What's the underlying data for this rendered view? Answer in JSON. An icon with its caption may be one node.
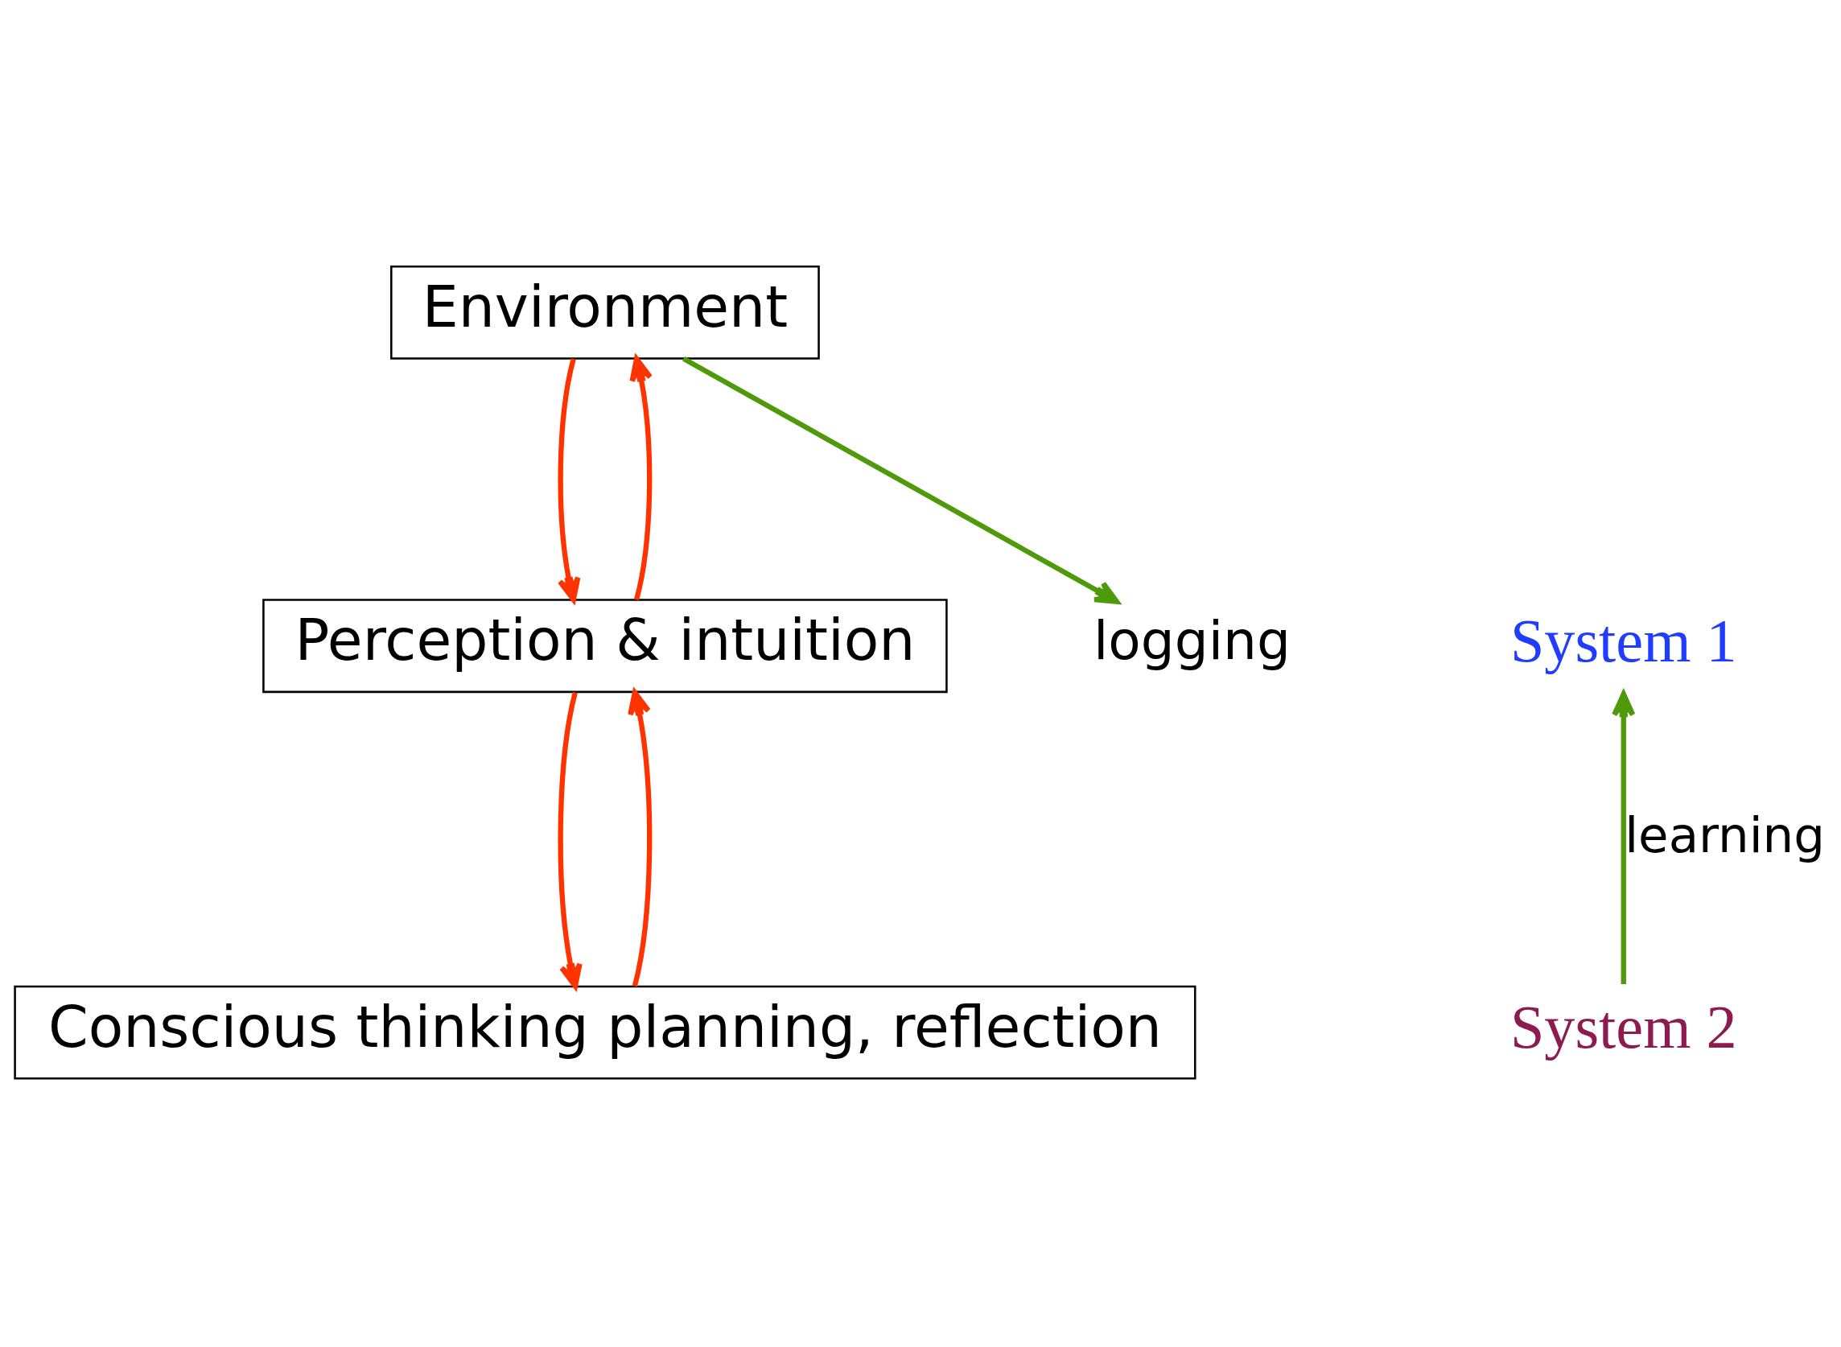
{
  "diagram": {
    "nodes": [
      {
        "text": [
          "Environment"
        ]
      },
      {
        "text": [
          "Perception & intuition"
        ]
      },
      {
        "text": [
          "Conscious thinking planning, reflection"
        ]
      },
      {
        "text": [
          "logging"
        ]
      },
      {
        "text": [
          "System 1"
        ]
      },
      {
        "text": [
          "System 2"
        ]
      }
    ],
    "edges": [
      {
        "from": 0,
        "to": 1,
        "arrow": "to"
      },
      {
        "from": 1,
        "to": 0,
        "arrow": "to"
      },
      {
        "from": 1,
        "to": 2,
        "arrow": "to"
      },
      {
        "from": 2,
        "to": 1,
        "arrow": "to"
      },
      {
        "from": 0,
        "to": 3,
        "arrow": "to",
        "color": "#4f9a0a"
      },
      {
        "from": 5,
        "to": 4,
        "arrow": "to",
        "label": "learning",
        "color": "#4f9a0a"
      }
    ]
  }
}
